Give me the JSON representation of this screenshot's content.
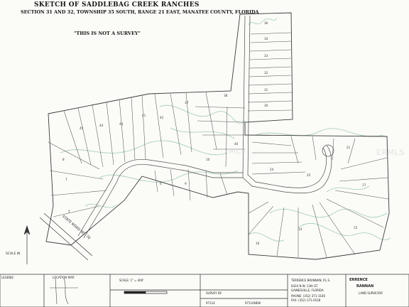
{
  "title": {
    "main": "SKETCH OF SADDLEBAG CREEK RANCHES",
    "location": "SECTION 31 AND 32, TOWNSHIP 35 SOUTH, RANGE 21 EAST, MANATEE COUNTY, FLORIDA",
    "note": "\"THIS IS NOT A SURVEY\""
  },
  "lots": [
    "36",
    "34",
    "33",
    "32",
    "31",
    "30",
    "38",
    "37",
    "42",
    "41",
    "43",
    "44",
    "45",
    "8",
    "7",
    "5",
    "6",
    "9",
    "10",
    "40",
    "24",
    "25",
    "21",
    "17",
    "15",
    "14",
    "16"
  ],
  "watermark": "MLS",
  "watermark_edge": "ERMLS",
  "road_label": "STATE ROAD NO. 70",
  "scale_left": "SCALE IN",
  "titleblock": {
    "legend": "LEGEND:",
    "location_map": "LOCATION MAP:",
    "scale": "SCALE: 1\" = 400'",
    "survey_by": "SURVEY BY:",
    "job_no": "97114",
    "job_no_new": "97114NEW",
    "surveyor": "TERRENCE BRANNAN, P.L.S.",
    "address": "6424 N.W. 13th ST.",
    "city": "GAINESVILLE, FLORIDA",
    "phone": "PHONE: (352) 371-3166",
    "fax": "FAX: (352) 371-0528",
    "firm1": "ERRENCE",
    "firm2": "RANNAN",
    "firm3": "LAND SURVEYOR"
  }
}
